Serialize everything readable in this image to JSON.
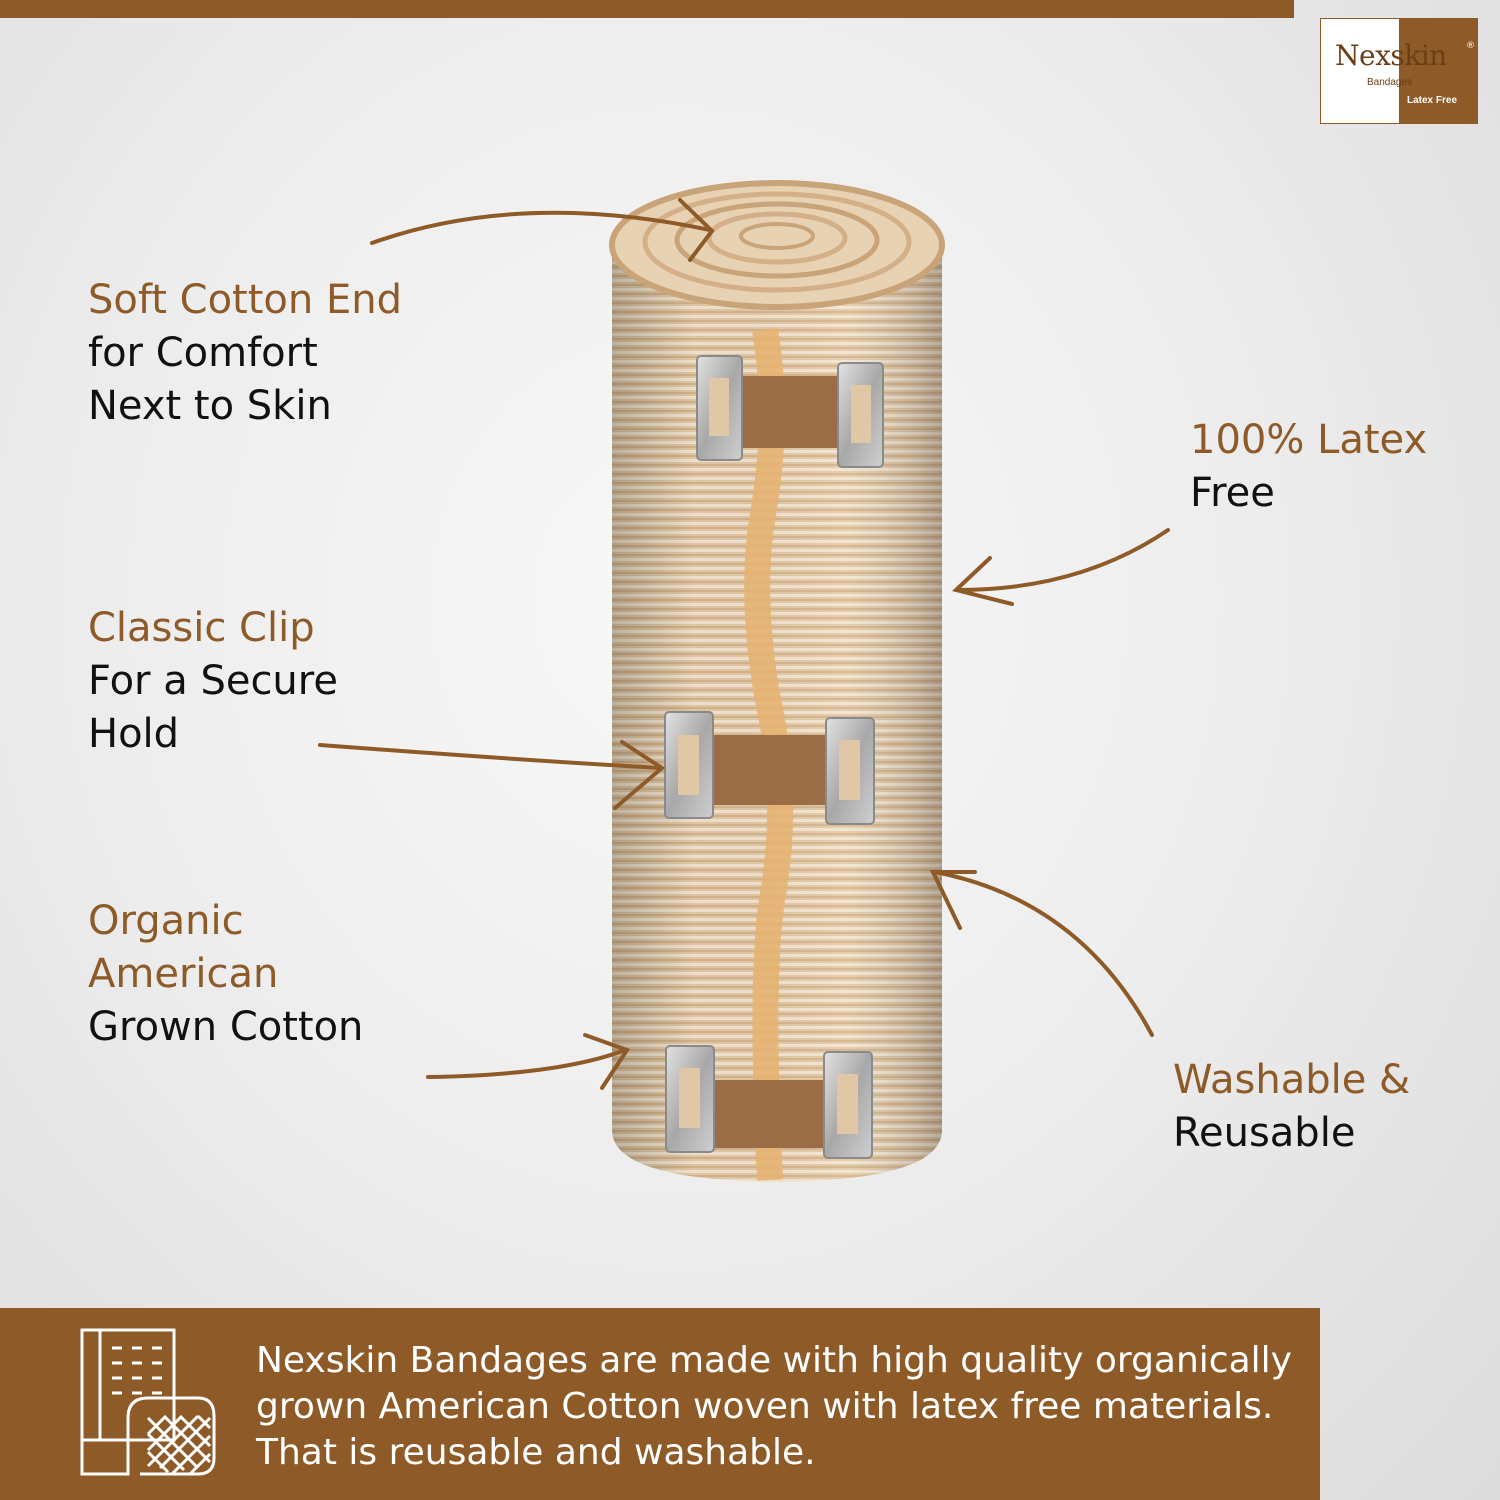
{
  "brand": {
    "logo_name": "Nexskin",
    "logo_registered": "®",
    "logo_sub": "Bandages",
    "logo_tag": "Latex Free"
  },
  "features": [
    {
      "highlight": [
        "Soft Cotton End"
      ],
      "body": [
        "for Comfort",
        "Next to Skin"
      ]
    },
    {
      "highlight": [
        "100% Latex"
      ],
      "body": [
        "Free"
      ]
    },
    {
      "highlight": [
        "Classic Clip"
      ],
      "body": [
        "For a Secure",
        "Hold"
      ]
    },
    {
      "highlight": [
        "Organic",
        "American"
      ],
      "body": [
        "Grown Cotton"
      ]
    },
    {
      "highlight": [
        "Washable &"
      ],
      "body": [
        "Reusable"
      ]
    }
  ],
  "footer": {
    "text": "Nexskin Bandages are made with high quality organically grown American Cotton woven with latex free materials. That is reusable and washable.",
    "icon": "bandage-wrap-icon"
  },
  "colors": {
    "brand_brown": "#8e5a27",
    "text_dark": "#111111",
    "background": "#eeeeee"
  }
}
